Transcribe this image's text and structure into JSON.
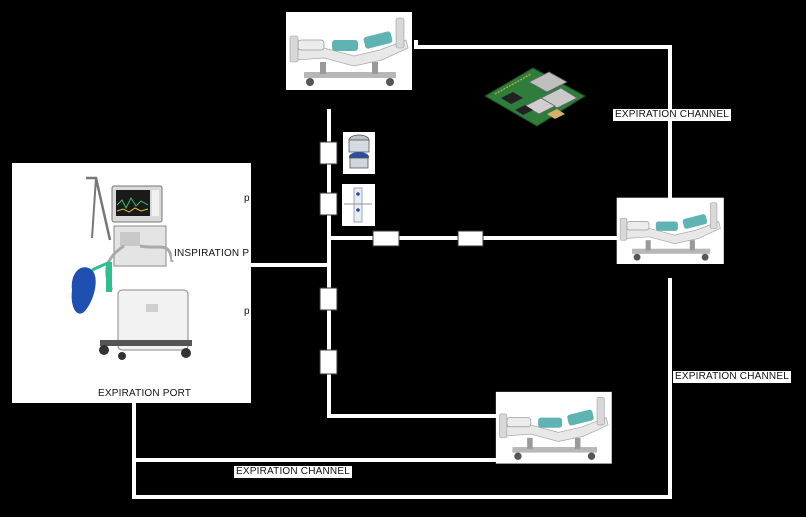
{
  "labels": {
    "inspiration_port": "INSPIRATION P",
    "expiration_port": "EXPIRATION PORT",
    "expiration_channel_top": "EXPIRATION CHANNEL",
    "expiration_channel_right": "EXPIRATION CHANNEL",
    "expiration_channel_bottom": "EXPIRATION CHANNEL",
    "partial_p_upper": "p",
    "partial_p_lower": "p"
  },
  "colors": {
    "background": "#000000",
    "line": "#ffffff",
    "bed_rail": "#5fb3b3",
    "ventilator_bag": "#1f4fb0",
    "board_green": "#2e7d3a"
  },
  "icons": {
    "ventilator": "ventilator-icon",
    "hospital_bed": "hospital-bed-icon",
    "microcontroller": "raspberry-pi-board-icon",
    "valve": "valve-icon",
    "flow_sensor": "flow-sensor-icon"
  }
}
